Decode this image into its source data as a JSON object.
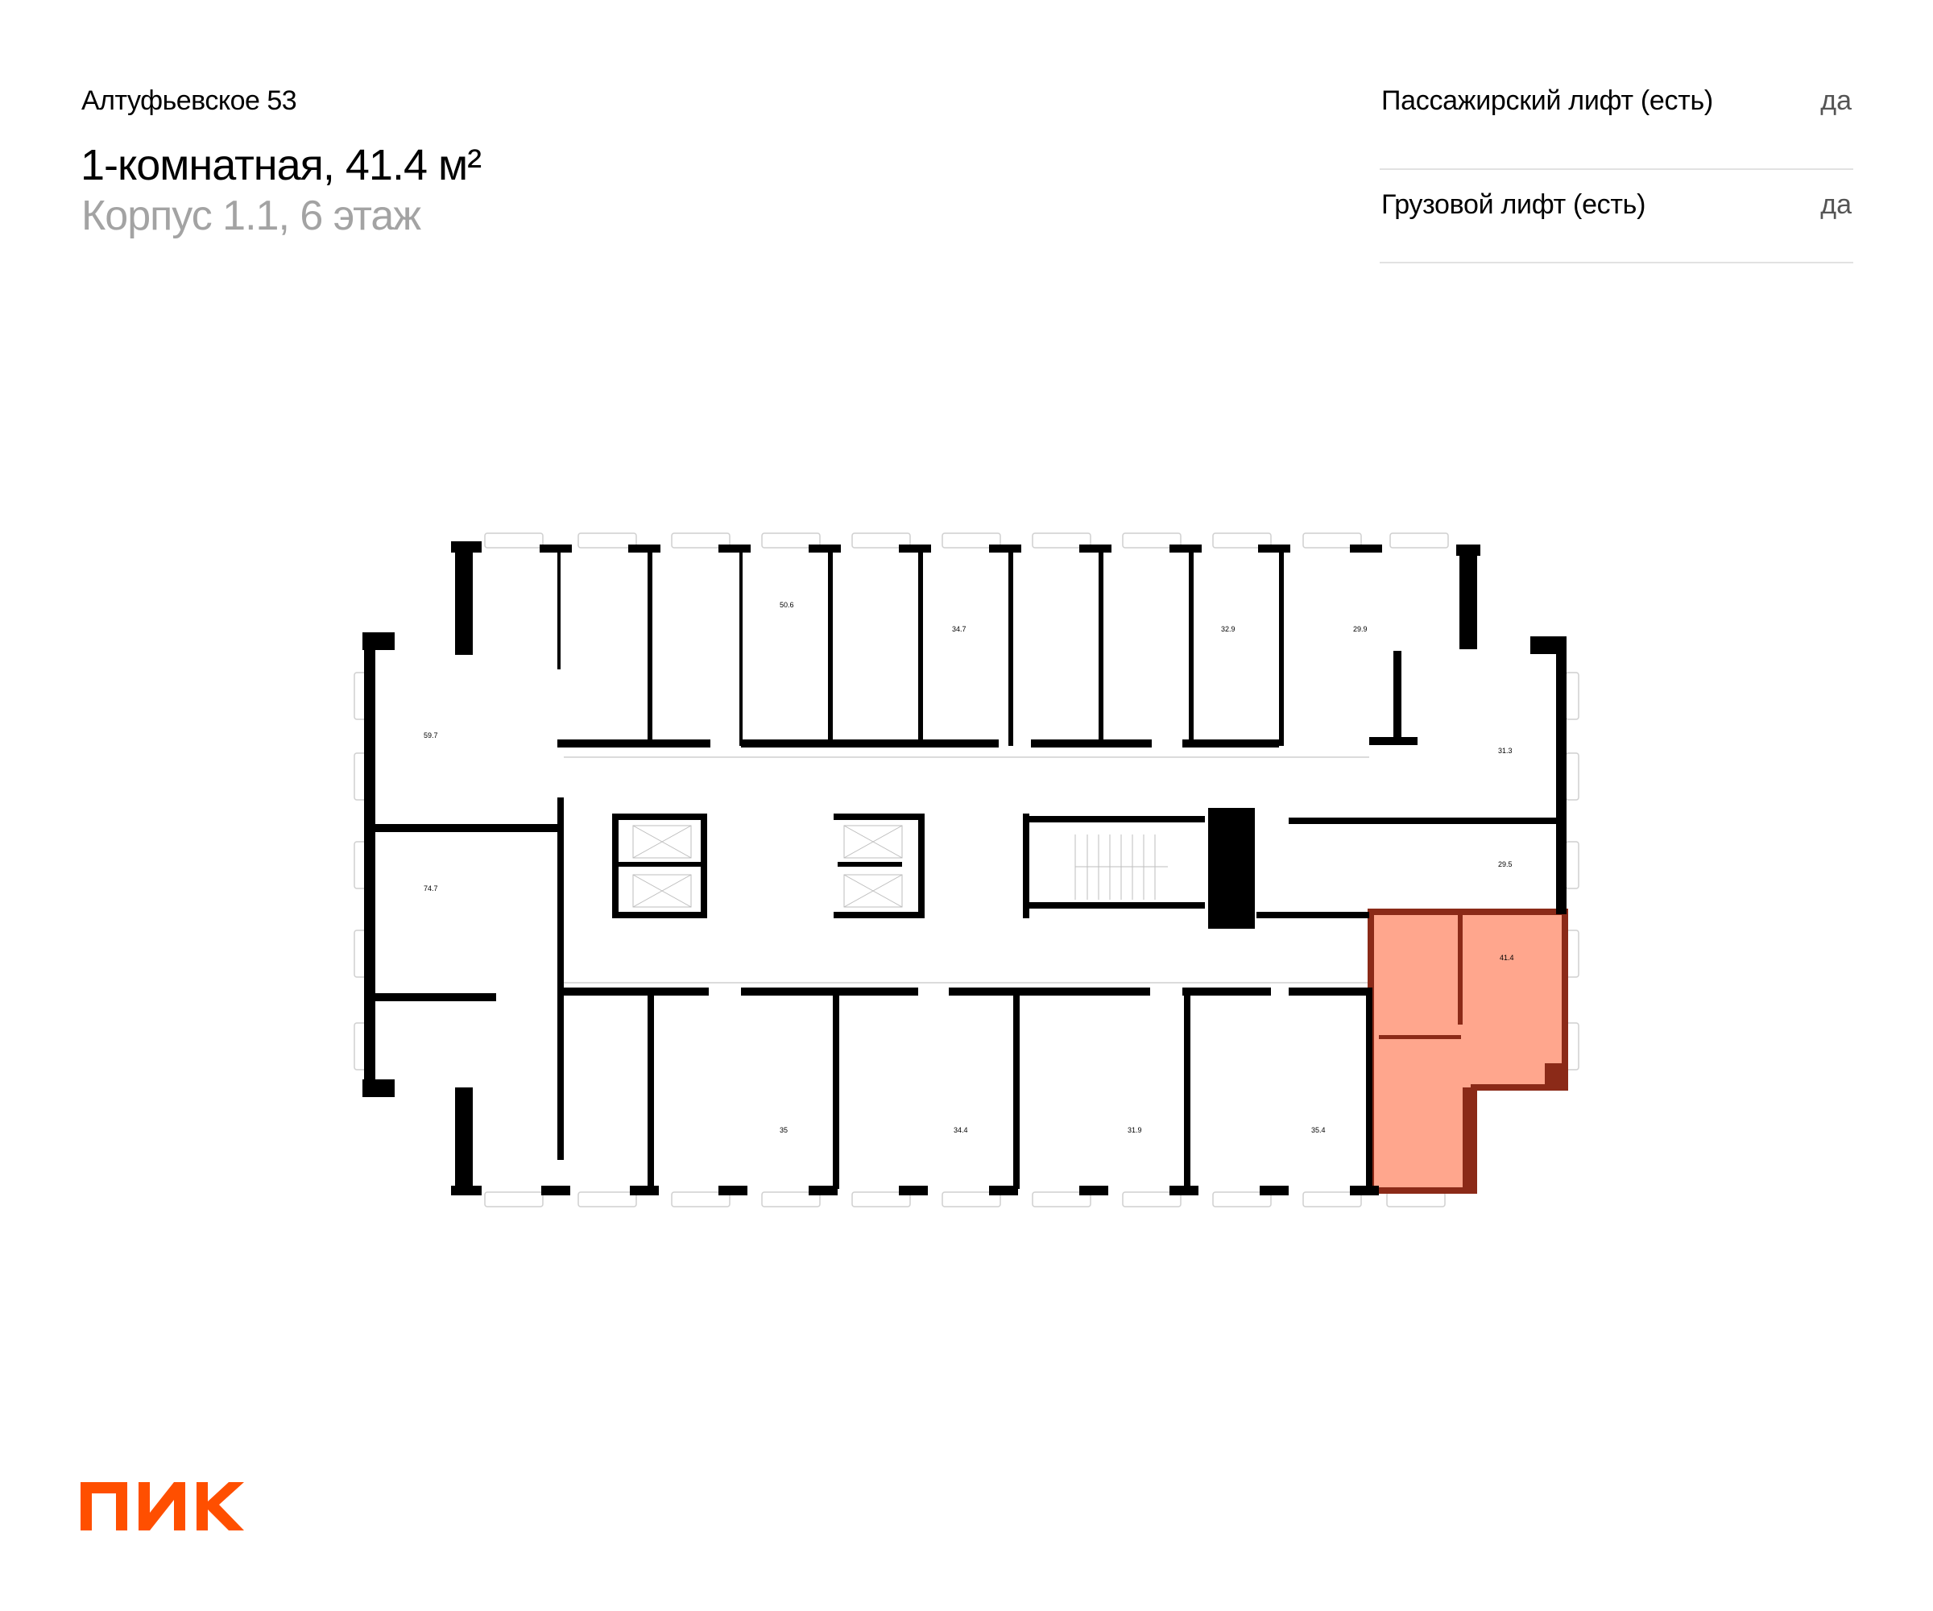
{
  "header": {
    "project": "Алтуфьевское 53",
    "title": "1-комнатная, 41.4 м²",
    "subtitle": "Корпус 1.1, 6 этаж"
  },
  "features": [
    {
      "label": "Пассажирский лифт (есть)",
      "value": "да"
    },
    {
      "label": "Грузовой лифт (есть)",
      "value": "да"
    }
  ],
  "floor_plan": {
    "highlighted_apartment": {
      "area": "41.4",
      "fill_color": "#FFA68D",
      "wall_color": "#8B2A18"
    },
    "apartments_top_row": [
      "50.6",
      "34.7",
      "32.9",
      "29.9"
    ],
    "apartments_left": [
      "59.7",
      "74.7"
    ],
    "apartments_right": [
      "31.3",
      "29.5",
      "41.4"
    ],
    "apartments_bottom_row": [
      "35",
      "34.4",
      "31.9",
      "35.4"
    ],
    "wall_color": "#000000"
  },
  "logo": {
    "text": "ПИК",
    "color": "#FF4F00"
  }
}
